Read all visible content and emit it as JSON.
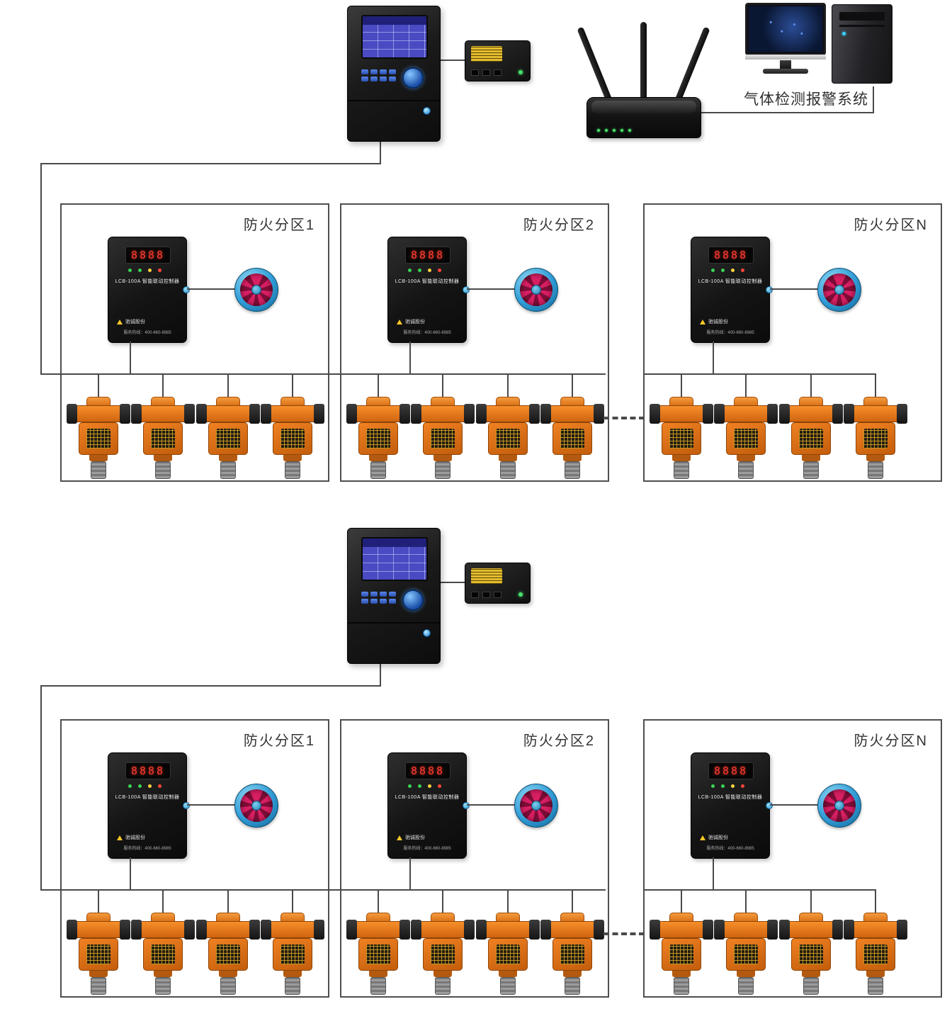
{
  "system": {
    "label": "气体检测报警系统"
  },
  "sections": [
    {
      "zones": [
        {
          "label": "防火分区1"
        },
        {
          "label": "防火分区2"
        },
        {
          "label": "防火分区N"
        }
      ]
    },
    {
      "zones": [
        {
          "label": "防火分区1"
        },
        {
          "label": "防火分区2"
        },
        {
          "label": "防火分区N"
        }
      ]
    }
  ],
  "zone_controller": {
    "digits": "8888",
    "model_label": "LCB-100A 智能联动控制器",
    "brand": "驰诚股份",
    "hotline": "服务热线：400-660-8985"
  },
  "colors": {
    "detector_orange": "#e87a1f",
    "fan_blue": "#2f9bd6",
    "display_red": "#ff3b30",
    "wire_gray": "#4a4a4a"
  }
}
